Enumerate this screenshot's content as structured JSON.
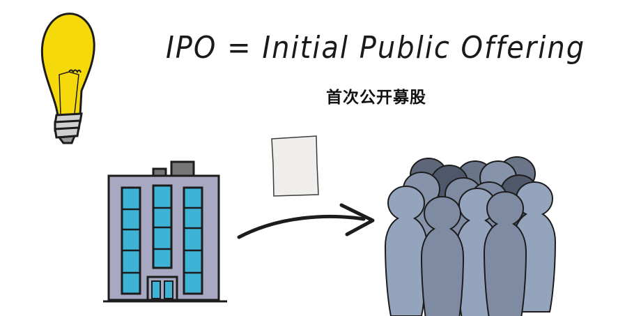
{
  "headline": {
    "title": "IPO = Initial Public Offering",
    "subtitle": "首次公开募股"
  },
  "illustrations": {
    "idea": "lightbulb-icon",
    "company": "office-building",
    "document": "paper-sheet",
    "flow": "arrow-right",
    "investors": "crowd-of-people"
  },
  "colors": {
    "bulb": "#f5d90a",
    "building": "#a9a8c2",
    "window": "#3fb3d6",
    "paper": "#efeeea",
    "person_light": "#95a4bd",
    "person_mid": "#7f8ba3",
    "person_dark": "#5d6779",
    "outline": "#1c1c1c"
  }
}
